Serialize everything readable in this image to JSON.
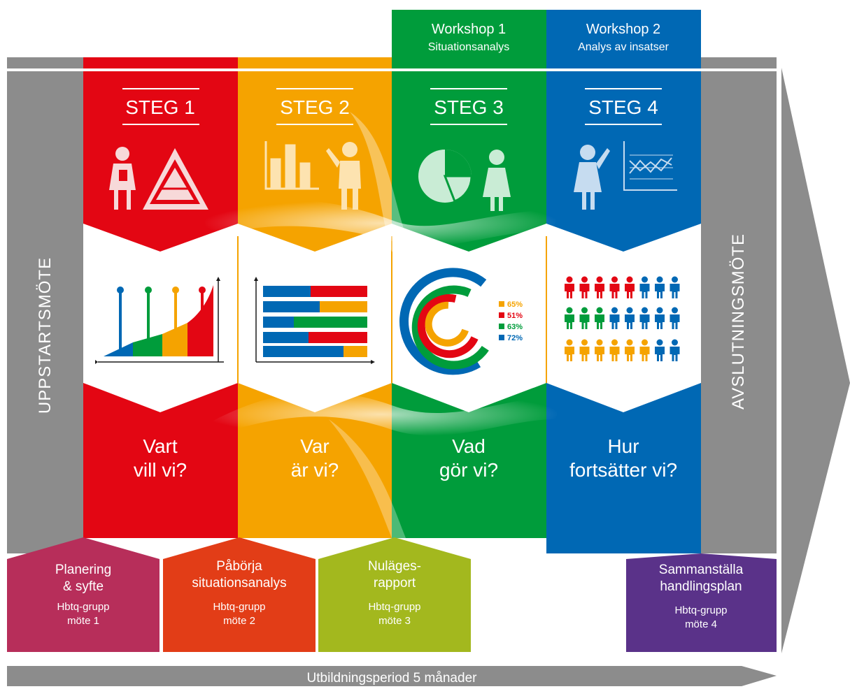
{
  "colors": {
    "red": "#e30613",
    "orange": "#f5a300",
    "green": "#009c3b",
    "blue": "#0068b4",
    "gray": "#8c8c8c",
    "magenta": "#b72e5a",
    "redorange": "#e23d17",
    "lime": "#a3b81e",
    "purple": "#5a3289"
  },
  "workshops": [
    {
      "title": "Workshop 1",
      "subtitle": "Situationsanalys"
    },
    {
      "title": "Workshop 2",
      "subtitle": "Analys av insatser"
    }
  ],
  "side_labels": {
    "left": "UPPSTARTSMÖTE",
    "right": "AVSLUTNINGSMÖTE"
  },
  "steps": [
    {
      "label": "STEG 1",
      "question_line1": "Vart",
      "question_line2": "vill vi?",
      "icons": [
        "businessman-icon",
        "pyramid-icon"
      ],
      "chart": "stem-area-chart"
    },
    {
      "label": "STEG 2",
      "question_line1": "Var",
      "question_line2": "är vi?",
      "icons": [
        "bar-chart-icon",
        "presenter-man-icon"
      ],
      "chart": "stacked-bars-chart"
    },
    {
      "label": "STEG 3",
      "question_line1": "Vad",
      "question_line2": "gör vi?",
      "icons": [
        "pie-chart-icon",
        "woman-icon"
      ],
      "chart": "radial-progress-chart"
    },
    {
      "label": "STEG 4",
      "question_line1": "Hur",
      "question_line2": "fortsätter vi?",
      "icons": [
        "presenter-woman-icon",
        "line-chart-icon"
      ],
      "chart": "people-grid-chart"
    }
  ],
  "radial_legend": [
    {
      "label": "65%",
      "color": "#f5a300"
    },
    {
      "label": "51%",
      "color": "#e30613"
    },
    {
      "label": "63%",
      "color": "#009c3b"
    },
    {
      "label": "72%",
      "color": "#0068b4"
    }
  ],
  "meetings": [
    {
      "title_line1": "Planering",
      "title_line2": "& syfte",
      "sub_line1": "Hbtq-grupp",
      "sub_line2": "möte 1",
      "color": "#b72e5a"
    },
    {
      "title_line1": "Påbörja",
      "title_line2": "situationsanalys",
      "sub_line1": "Hbtq-grupp",
      "sub_line2": "möte 2",
      "color": "#e23d17"
    },
    {
      "title_line1": "Nuläges-",
      "title_line2": "rapport",
      "sub_line1": "Hbtq-grupp",
      "sub_line2": "möte 3",
      "color": "#a3b81e"
    },
    {
      "title_line1": "Sammanställa",
      "title_line2": "handlingsplan",
      "sub_line1": "Hbtq-grupp",
      "sub_line2": "möte 4",
      "color": "#5a3289"
    }
  ],
  "timeline": {
    "label": "Utbildningsperiod 5 månader"
  }
}
